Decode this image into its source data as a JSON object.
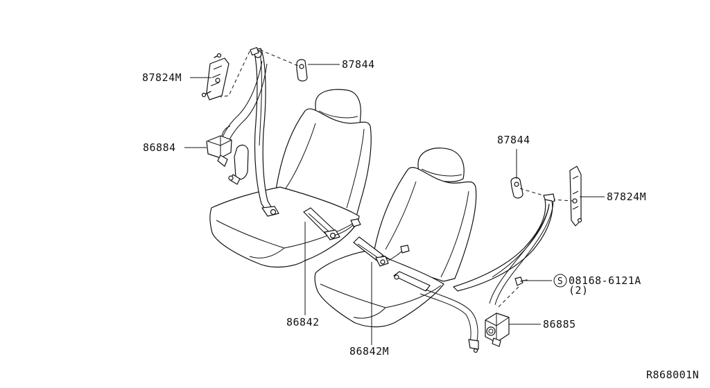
{
  "labels": {
    "p87824m_left": "87824M",
    "p87844_left": "87844",
    "p86884": "86884",
    "p86842": "86842",
    "p86842m": "86842M",
    "p87844_right": "87844",
    "p87824m_right": "87824M",
    "bolt_spec": "08168-6121A",
    "bolt_qty": "(2)",
    "bolt_symbol": "S",
    "p86885": "86885",
    "diagram_code": "R868001N"
  },
  "colors": {
    "line": "#111111",
    "background": "#ffffff"
  }
}
